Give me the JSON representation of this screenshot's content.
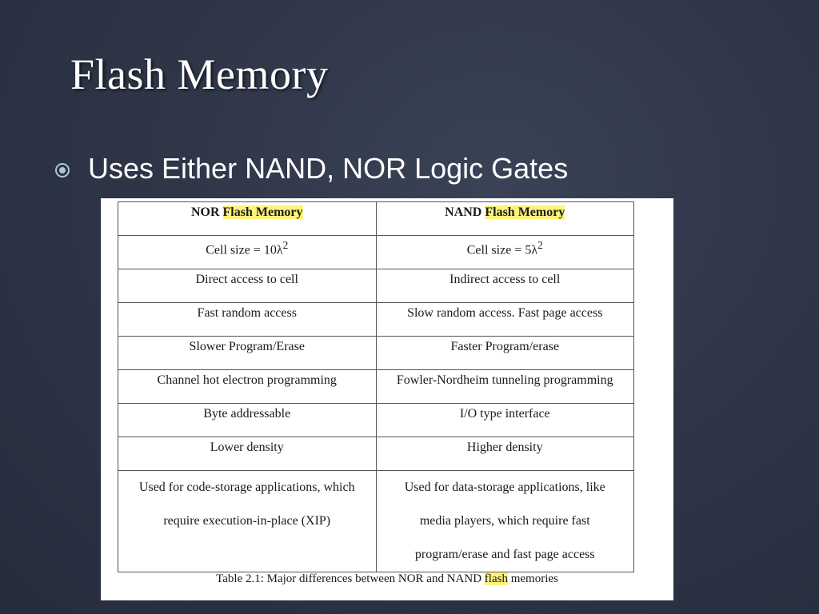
{
  "slide": {
    "title": "Flash Memory",
    "bullet": "Uses Either NAND, NOR Logic Gates",
    "bullet_icon": "circle-dot-icon"
  },
  "table": {
    "headers": [
      {
        "prefix": "NOR ",
        "highlight": "Flash Memory"
      },
      {
        "prefix": "NAND ",
        "highlight": "Flash Memory"
      }
    ],
    "cell_size": {
      "nor": "Cell size = 10λ",
      "nor_sup": "2",
      "nand": "Cell size = 5λ",
      "nand_sup": "2"
    },
    "rows": [
      [
        "Direct access to cell",
        "Indirect access to cell"
      ],
      [
        "Fast random access",
        "Slow random access. Fast page access"
      ],
      [
        "Slower Program/Erase",
        "Faster Program/erase"
      ],
      [
        "Channel hot electron programming",
        "Fowler-Nordheim tunneling programming"
      ],
      [
        "Byte addressable",
        "I/O type interface"
      ],
      [
        "Lower density",
        "Higher density"
      ]
    ],
    "last_row": {
      "nor": [
        "Used for code-storage applications, which",
        "require execution-in-place (XIP)"
      ],
      "nand": [
        "Used for data-storage applications, like",
        "media players, which require fast",
        "program/erase and fast page access"
      ]
    },
    "caption": {
      "before": "Table 2.1: Major differences between NOR and NAND ",
      "highlight": "flash",
      "after": " memories"
    },
    "highlight_color": "#fff27a"
  }
}
